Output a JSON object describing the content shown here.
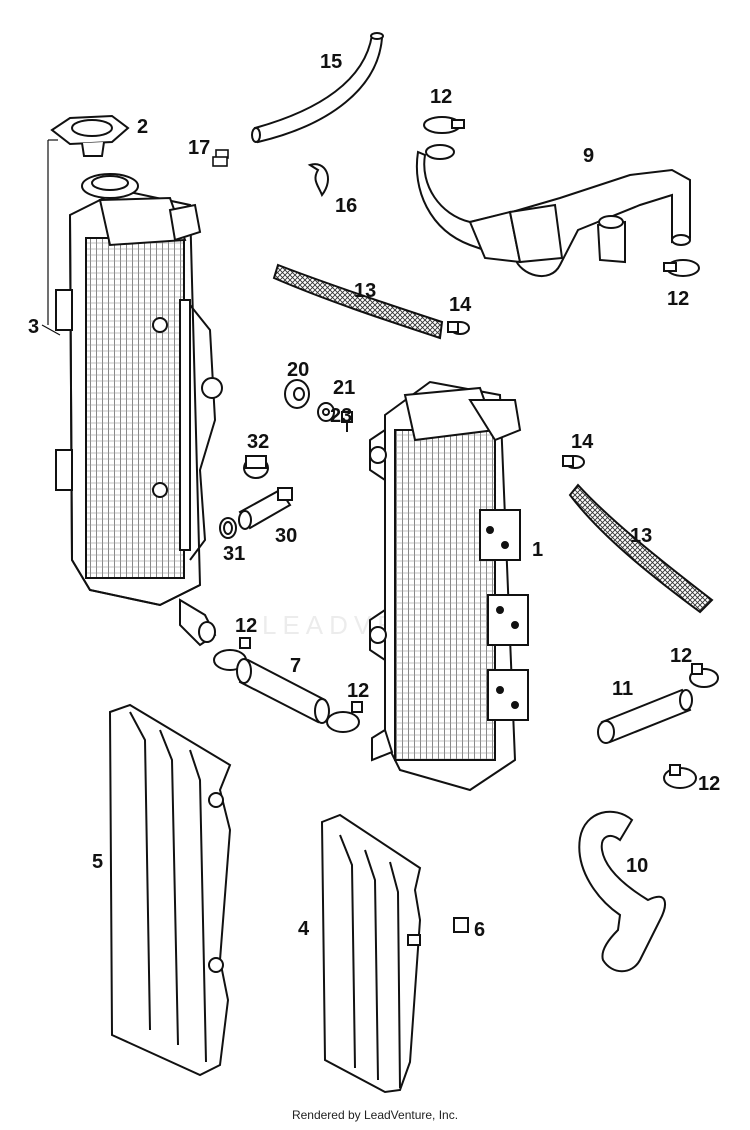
{
  "footer": "Rendered by LeadVenture, Inc.",
  "watermark": "LEADVENTURE",
  "callouts": [
    {
      "id": "c1",
      "text": "1"
    },
    {
      "id": "c2",
      "text": "2"
    },
    {
      "id": "c3",
      "text": "3"
    },
    {
      "id": "c4",
      "text": "4"
    },
    {
      "id": "c5",
      "text": "5"
    },
    {
      "id": "c6",
      "text": "6"
    },
    {
      "id": "c7",
      "text": "7"
    },
    {
      "id": "c9",
      "text": "9"
    },
    {
      "id": "c10",
      "text": "10"
    },
    {
      "id": "c11",
      "text": "11"
    },
    {
      "id": "c12a",
      "text": "12"
    },
    {
      "id": "c12b",
      "text": "12"
    },
    {
      "id": "c12c",
      "text": "12"
    },
    {
      "id": "c12d",
      "text": "12"
    },
    {
      "id": "c12e",
      "text": "12"
    },
    {
      "id": "c12f",
      "text": "12"
    },
    {
      "id": "c13a",
      "text": "13"
    },
    {
      "id": "c13b",
      "text": "13"
    },
    {
      "id": "c14a",
      "text": "14"
    },
    {
      "id": "c14b",
      "text": "14"
    },
    {
      "id": "c15",
      "text": "15"
    },
    {
      "id": "c16",
      "text": "16"
    },
    {
      "id": "c17",
      "text": "17"
    },
    {
      "id": "c20",
      "text": "20"
    },
    {
      "id": "c21",
      "text": "21"
    },
    {
      "id": "c23",
      "text": "23"
    },
    {
      "id": "c30",
      "text": "30"
    },
    {
      "id": "c31",
      "text": "31"
    },
    {
      "id": "c32",
      "text": "32"
    }
  ]
}
